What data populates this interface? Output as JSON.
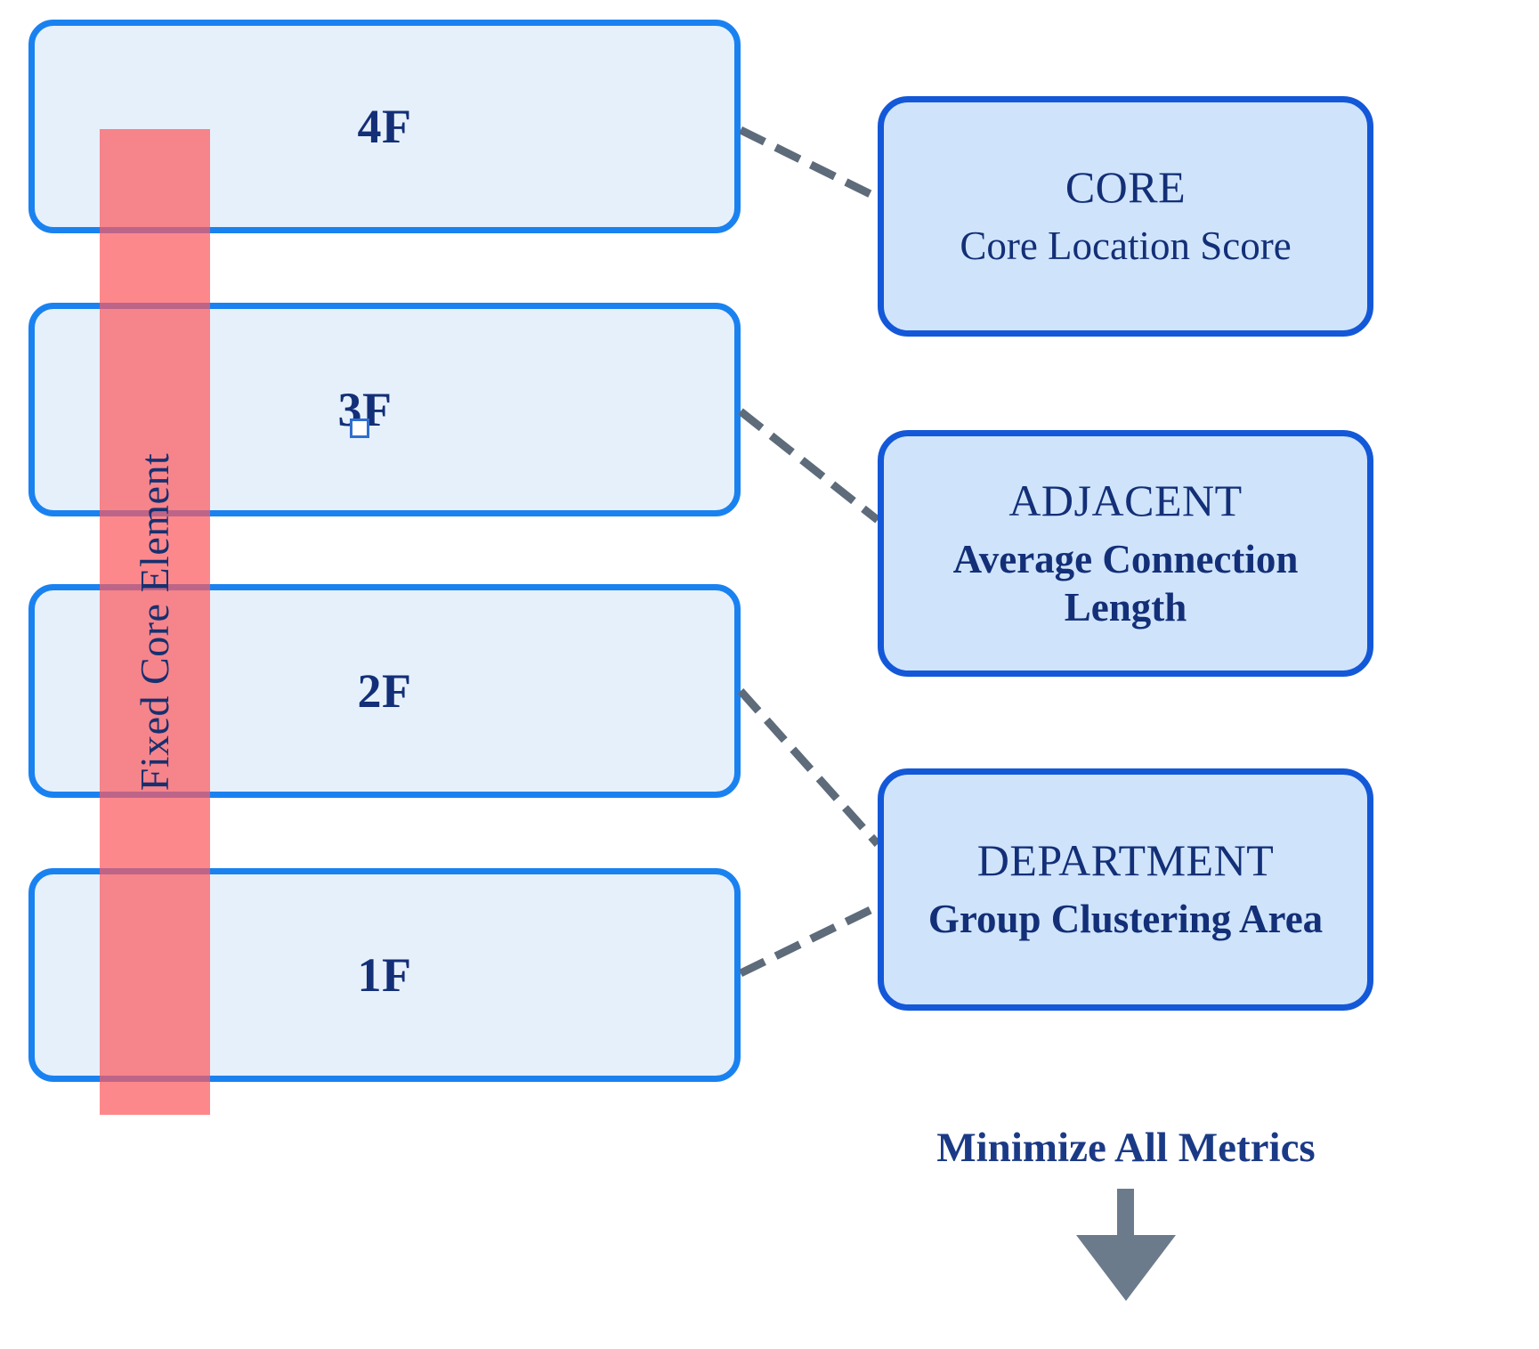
{
  "diagram": {
    "title": "Floor stack with fixed core and evaluation metrics",
    "colors": {
      "floor_fill": "#e6f0fb",
      "floor_stroke": "#1a82f0",
      "card_fill": "#cfe4fb",
      "card_stroke": "#1358d8",
      "core_band": "#fc5a5f",
      "text_navy": "#132f77",
      "connector_gray": "#5d6b7a",
      "arrow_gray": "#6b7b8c"
    }
  },
  "floors": [
    {
      "label": "4F"
    },
    {
      "label": "3F"
    },
    {
      "label": "2F"
    },
    {
      "label": "1F"
    }
  ],
  "core_band": {
    "label": "Fixed Core Element"
  },
  "metrics": [
    {
      "title": "CORE",
      "subtitle": "Core Location Score",
      "subtitle_bold": false
    },
    {
      "title": "ADJACENT",
      "subtitle": "Average Connection Length",
      "subtitle_bold": true
    },
    {
      "title": "DEPARTMENT",
      "subtitle": "Group Clustering Area",
      "subtitle_bold": true
    }
  ],
  "footer": {
    "note": "Minimize All Metrics",
    "arrow_icon": "arrow-down-icon"
  }
}
